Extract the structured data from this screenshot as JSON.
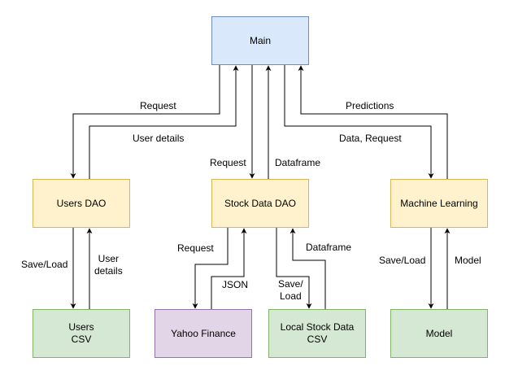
{
  "nodes": {
    "main": "Main",
    "users_dao": "Users DAO",
    "stock_dao": "Stock Data DAO",
    "ml": "Machine Learning",
    "users_csv": "Users\nCSV",
    "yahoo": "Yahoo Finance",
    "local_csv": "Local Stock Data\nCSV",
    "model": "Model"
  },
  "edge_labels": {
    "request_users": "Request",
    "user_details_main": "User details",
    "request_stock": "Request",
    "dataframe_main": "Dataframe",
    "predictions": "Predictions",
    "data_request": "Data, Request",
    "save_load_users": "Save/Load",
    "user_details_csv": "User\ndetails",
    "request_yahoo": "Request",
    "json": "JSON",
    "save_load_local": "Save/\nLoad",
    "dataframe_local": "Dataframe",
    "save_load_model": "Save/Load",
    "model": "Model"
  }
}
